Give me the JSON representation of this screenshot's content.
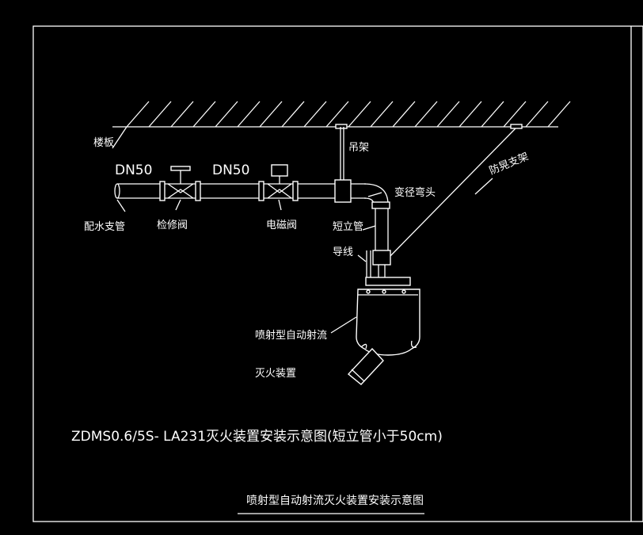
{
  "labels": {
    "floor": "楼板",
    "hanger": "吊架",
    "dn50_left": "DN50",
    "dn50_right": "DN50",
    "reducing_elbow": "变径弯头",
    "anti_sway": "防晃支架",
    "branch_pipe": "配水支管",
    "service_valve": "检修阀",
    "solenoid_valve": "电磁阀",
    "short_riser": "短立管",
    "wire": "导线",
    "device_line1": "喷射型自动射流",
    "device_line2": "灭火装置"
  },
  "caption": "ZDMS0.6/5S- LA231灭火装置安装示意图(短立管小于50cm)",
  "title": "喷射型自动射流灭火装置安装示意图",
  "colors": {
    "background": "#000000",
    "line": "#ffffff"
  }
}
